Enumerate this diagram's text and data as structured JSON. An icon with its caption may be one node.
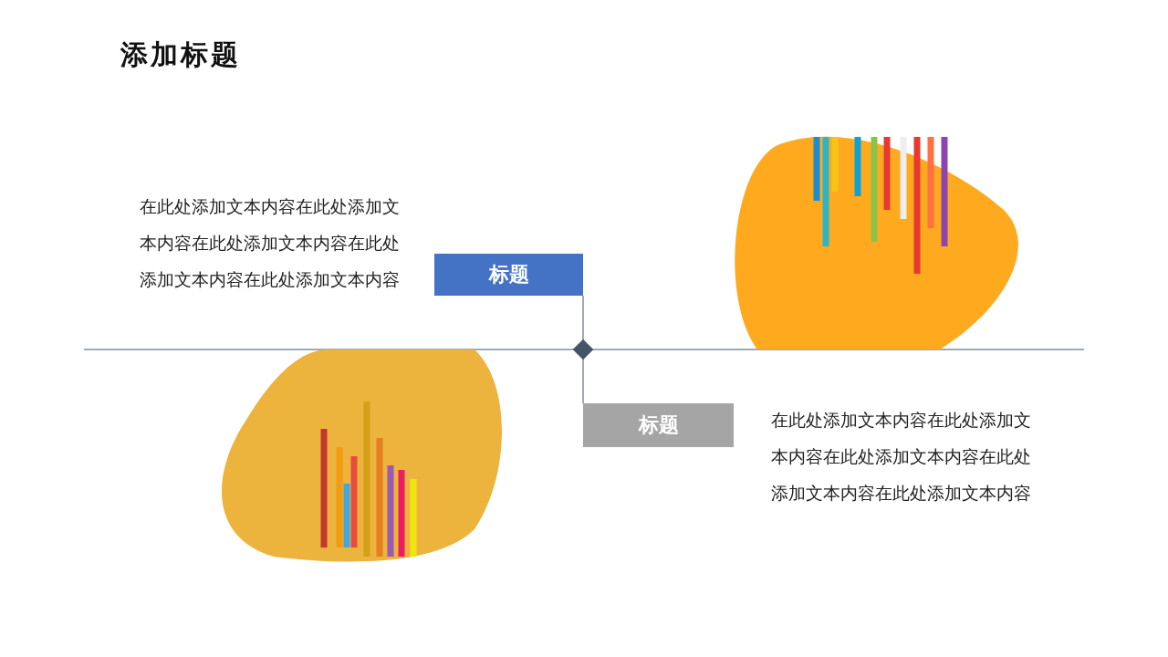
{
  "diagram": {
    "title": "添加标题",
    "nodes": [
      {
        "text": [
          "标题"
        ]
      },
      {
        "text": [
          "标题"
        ]
      }
    ],
    "edges": [
      {
        "from": 0,
        "to": 1,
        "arrow": "none"
      }
    ],
    "labels": [
      "在此处添加文本内容在此处添加文本内容在此处添加文本内容在此处添加文本内容在此处添加文本内容",
      "在此处添加文本内容在此处添加文本内容在此处添加文本内容在此处添加文本内容在此处添加文本内容"
    ]
  }
}
